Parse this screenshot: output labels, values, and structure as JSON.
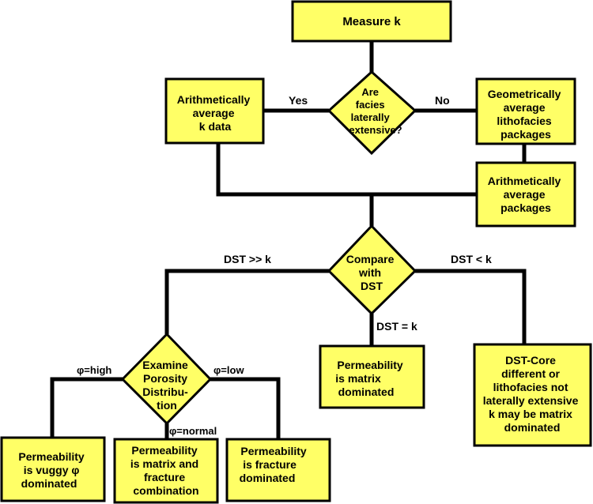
{
  "nodes": {
    "measure_k": [
      "Measure k"
    ],
    "facies_decision": [
      "Are",
      "facies",
      "laterally",
      "extensive?"
    ],
    "arith_avg_k": [
      "Arithmetically",
      "average",
      "k data"
    ],
    "geo_avg_lith": [
      "Geometrically",
      "average",
      "lithofacies",
      "packages"
    ],
    "arith_avg_pack": [
      "Arithmetically",
      "average",
      "packages"
    ],
    "compare_dst": [
      "Compare",
      "with",
      "DST"
    ],
    "perm_matrix": [
      "Permeability",
      "is matrix",
      "dominated"
    ],
    "dst_core_diff": [
      "DST-Core",
      "different or",
      "lithofacies not",
      "laterally extensive",
      "k may be matrix",
      "dominated"
    ],
    "examine_porosity": [
      "Examine",
      "Porosity",
      "Distribu-",
      "tion"
    ],
    "perm_vuggy": [
      "Permeability",
      "is vuggy φ",
      "dominated"
    ],
    "perm_matrix_fracture": [
      "Permeability",
      "is matrix and",
      "fracture",
      "combination"
    ],
    "perm_fracture": [
      "Permeability",
      "is fracture",
      "dominated"
    ]
  },
  "edge_labels": {
    "yes": "Yes",
    "no": "No",
    "dst_gg_k": "DST >> k",
    "dst_lt_k": "DST < k",
    "dst_eq_k": "DST = k",
    "phi_high": "φ=high",
    "phi_low": "φ=low",
    "phi_normal": "φ=normal"
  }
}
